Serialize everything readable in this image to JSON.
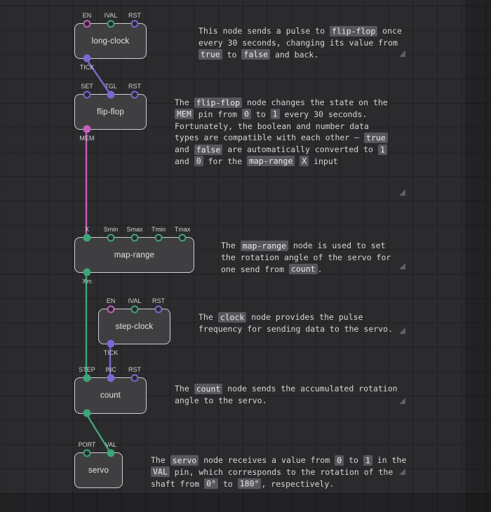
{
  "colors": {
    "pulse": "#7b68d4",
    "bool": "#c75fc1",
    "num": "#3fa478",
    "node_bg": "#3f3f41",
    "node_border": "#cfcfd2",
    "code_bg": "#57585d",
    "text": "#d6d6d6"
  },
  "nodes": [
    {
      "label": "long-clock",
      "inputs": [
        {
          "label": "EN",
          "type": "boolean",
          "connected": false
        },
        {
          "label": "IVAL",
          "type": "number",
          "connected": false
        },
        {
          "label": "RST",
          "type": "pulse",
          "connected": false
        }
      ],
      "outputs": [
        {
          "label": "TICK",
          "type": "pulse",
          "connected": true
        }
      ]
    },
    {
      "label": "flip-flop",
      "inputs": [
        {
          "label": "SET",
          "type": "pulse",
          "connected": false
        },
        {
          "label": "TGL",
          "type": "pulse",
          "connected": true
        },
        {
          "label": "RST",
          "type": "pulse",
          "connected": false
        }
      ],
      "outputs": [
        {
          "label": "MEM",
          "type": "boolean",
          "connected": true
        }
      ]
    },
    {
      "label": "map-range",
      "inputs": [
        {
          "label": "X",
          "type": "number",
          "connected": true
        },
        {
          "label": "Smin",
          "type": "number",
          "connected": false
        },
        {
          "label": "Smax",
          "type": "number",
          "connected": false
        },
        {
          "label": "Tmin",
          "type": "number",
          "connected": false
        },
        {
          "label": "Tmax",
          "type": "number",
          "connected": false
        }
      ],
      "outputs": [
        {
          "label": "Xm",
          "type": "number",
          "connected": true
        }
      ]
    },
    {
      "label": "step-clock",
      "inputs": [
        {
          "label": "EN",
          "type": "boolean",
          "connected": false
        },
        {
          "label": "IVAL",
          "type": "number",
          "connected": false
        },
        {
          "label": "RST",
          "type": "pulse",
          "connected": false
        }
      ],
      "outputs": [
        {
          "label": "TICK",
          "type": "pulse",
          "connected": true
        }
      ]
    },
    {
      "label": "count",
      "inputs": [
        {
          "label": "STEP",
          "type": "number",
          "connected": true
        },
        {
          "label": "INC",
          "type": "pulse",
          "connected": true
        },
        {
          "label": "RST",
          "type": "pulse",
          "connected": false
        }
      ],
      "outputs": [
        {
          "label": "",
          "type": "number",
          "connected": true
        }
      ]
    },
    {
      "label": "servo",
      "inputs": [
        {
          "label": "PORT",
          "type": "number",
          "connected": false
        },
        {
          "label": "VAL",
          "type": "number",
          "connected": true
        }
      ],
      "outputs": []
    }
  ],
  "comments": [
    {
      "lines": [
        [
          {
            "t": "This node sends a pulse to "
          },
          {
            "t": "flip-flop",
            "c": true
          },
          {
            "t": " once"
          }
        ],
        [
          {
            "t": "every 30 seconds, changing its value from"
          }
        ],
        [
          {
            "t": "true",
            "c": true
          },
          {
            "t": " to "
          },
          {
            "t": "false",
            "c": true
          },
          {
            "t": " and back."
          }
        ]
      ]
    },
    {
      "lines": [
        [
          {
            "t": "The "
          },
          {
            "t": "flip-flop",
            "c": true
          },
          {
            "t": " node changes the state on the"
          }
        ],
        [
          {
            "t": "MEM",
            "c": true
          },
          {
            "t": " pin from "
          },
          {
            "t": "0",
            "c": true
          },
          {
            "t": " to "
          },
          {
            "t": "1",
            "c": true
          },
          {
            "t": " every 30 seconds."
          }
        ],
        [
          {
            "t": "Fortunately, the boolean and number data"
          }
        ],
        [
          {
            "t": "types are compatible with each other — "
          },
          {
            "t": "true",
            "c": true
          }
        ],
        [
          {
            "t": "and "
          },
          {
            "t": "false",
            "c": true
          },
          {
            "t": " are automatically converted to "
          },
          {
            "t": "1",
            "c": true
          }
        ],
        [
          {
            "t": "and "
          },
          {
            "t": "0",
            "c": true
          },
          {
            "t": " for the "
          },
          {
            "t": "map-range",
            "c": true
          },
          {
            "t": " "
          },
          {
            "t": "X",
            "c": true
          },
          {
            "t": " input"
          }
        ]
      ]
    },
    {
      "lines": [
        [
          {
            "t": "The "
          },
          {
            "t": "map-range",
            "c": true
          },
          {
            "t": " node is used to set"
          }
        ],
        [
          {
            "t": "the rotation angle of the servo for"
          }
        ],
        [
          {
            "t": "one send from "
          },
          {
            "t": "count",
            "c": true
          },
          {
            "t": "."
          }
        ]
      ]
    },
    {
      "lines": [
        [
          {
            "t": "The "
          },
          {
            "t": "clock",
            "c": true
          },
          {
            "t": " node provides the pulse"
          }
        ],
        [
          {
            "t": "frequency for sending data to the servo."
          }
        ]
      ]
    },
    {
      "lines": [
        [
          {
            "t": "The "
          },
          {
            "t": "count",
            "c": true
          },
          {
            "t": " node sends the accumulated rotation"
          }
        ],
        [
          {
            "t": "angle to the servo."
          }
        ]
      ]
    },
    {
      "lines": [
        [
          {
            "t": "The "
          },
          {
            "t": "servo",
            "c": true
          },
          {
            "t": " node receives a value from "
          },
          {
            "t": "0",
            "c": true
          },
          {
            "t": " to "
          },
          {
            "t": "1",
            "c": true
          },
          {
            "t": " in the"
          }
        ],
        [
          {
            "t": "VAL",
            "c": true
          },
          {
            "t": " pin, which corresponds to the rotation of the"
          }
        ],
        [
          {
            "t": "shaft from "
          },
          {
            "t": "0°",
            "c": true
          },
          {
            "t": " to "
          },
          {
            "t": "180°",
            "c": true
          },
          {
            "t": ", respectively."
          }
        ]
      ]
    }
  ]
}
